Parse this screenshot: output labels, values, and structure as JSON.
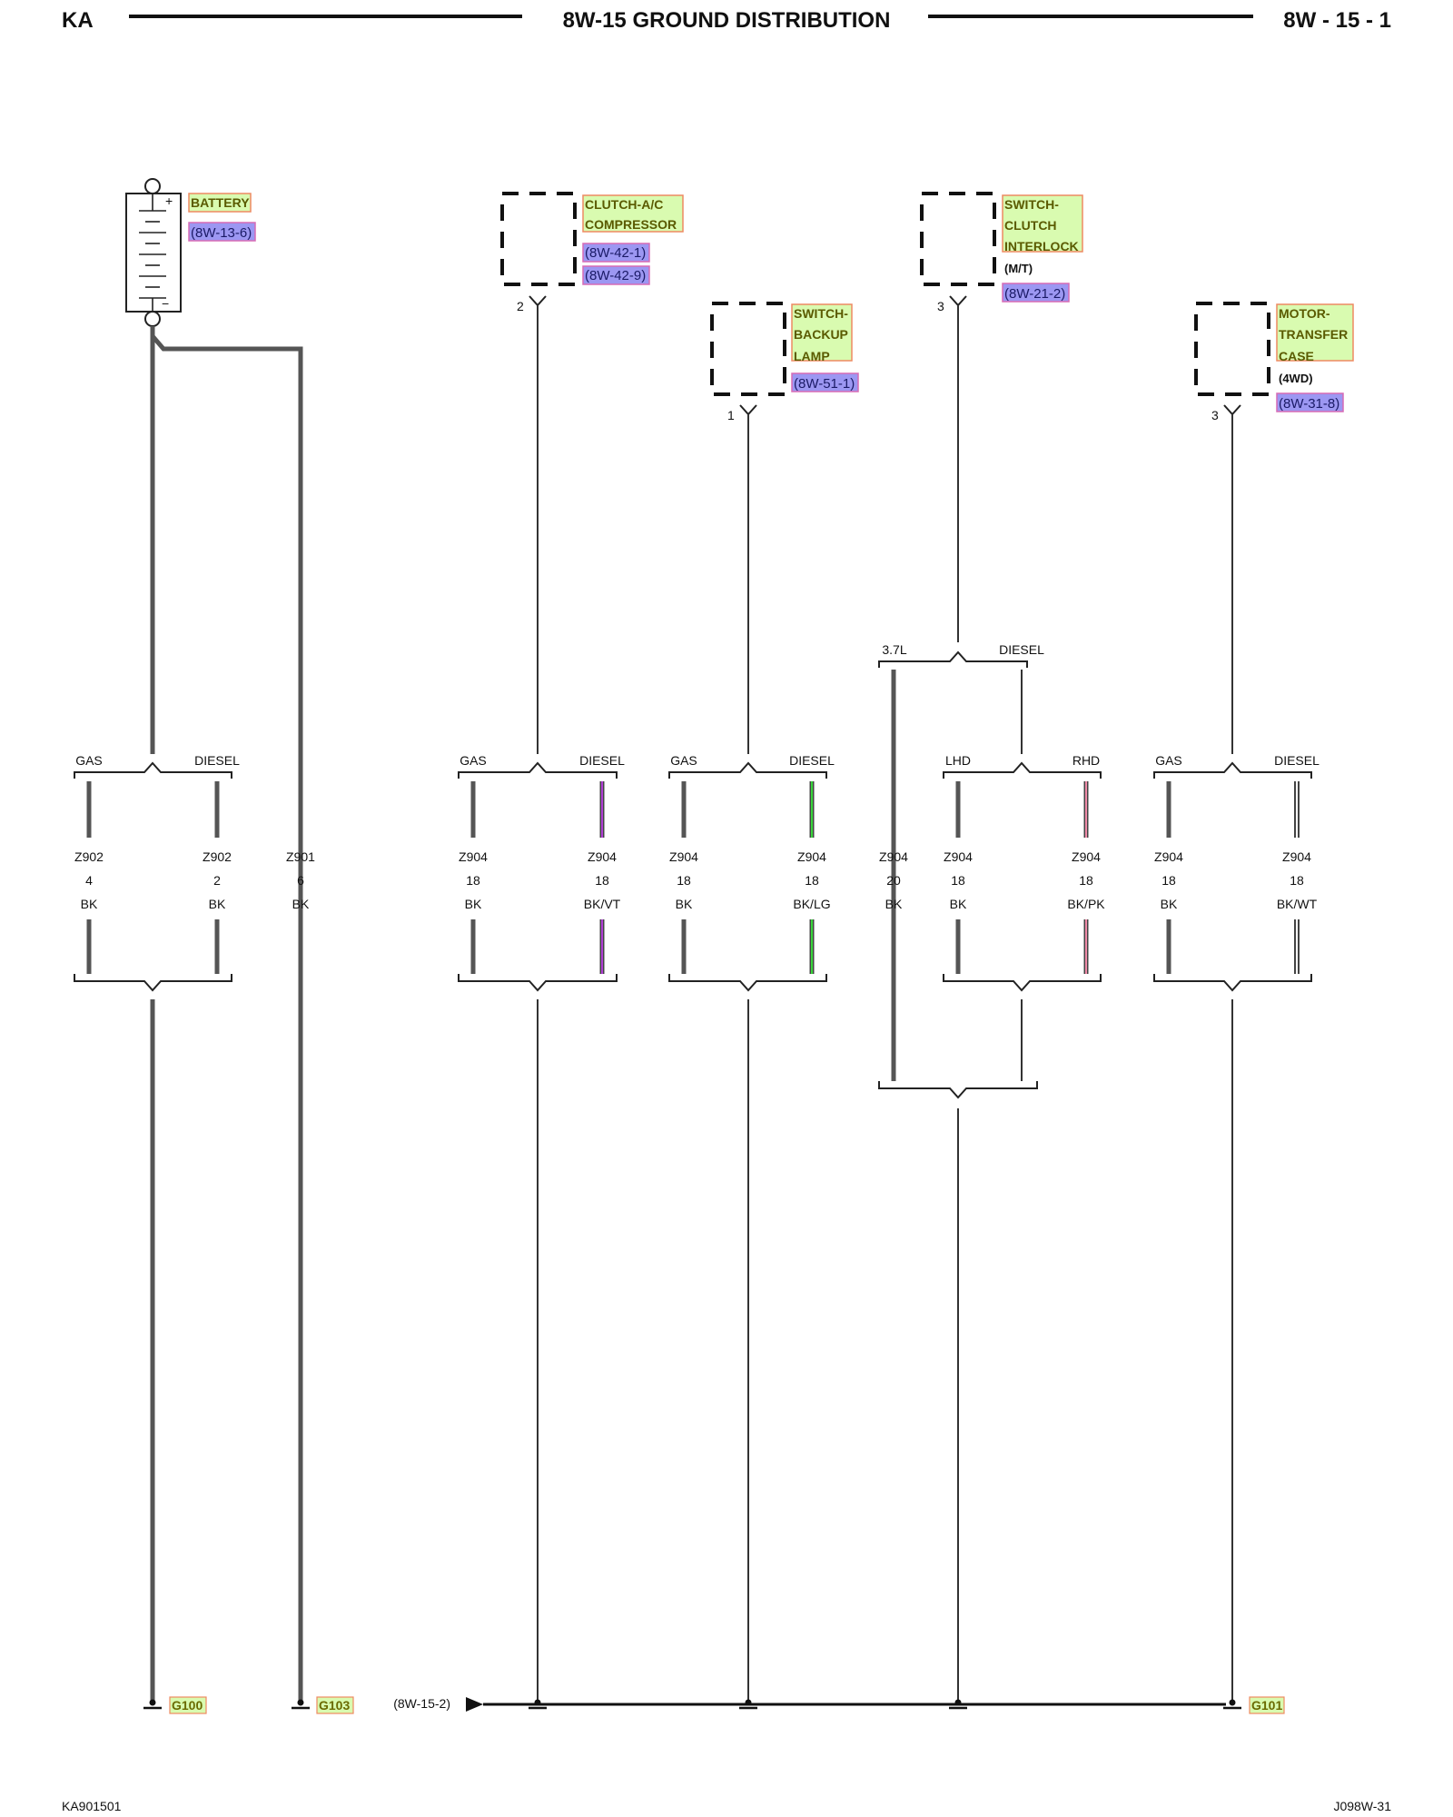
{
  "header": {
    "left": "KA",
    "title": "8W-15 GROUND DISTRIBUTION",
    "right": "8W - 15 - 1"
  },
  "footer": {
    "left": "KA901501",
    "right": "J098W-31"
  },
  "colors": {
    "component_fill": "#d9fbb0",
    "component_border": "#ee8a62",
    "ref_fill": "#9c97f2",
    "ref_border": "#d76bb5",
    "wire": "#555555"
  },
  "components": {
    "battery": {
      "name": "BATTERY",
      "refs": [
        "(8W-13-6)"
      ],
      "plus": "+",
      "minus": "−"
    },
    "clutch_ac": {
      "lines": [
        "CLUTCH-A/C",
        "COMPRESSOR"
      ],
      "refs": [
        "(8W-42-1)",
        "(8W-42-9)"
      ],
      "pin": "2"
    },
    "backup_lamp": {
      "lines": [
        "SWITCH-",
        "BACKUP",
        "LAMP"
      ],
      "refs": [
        "(8W-51-1)"
      ],
      "pin": "1"
    },
    "clutch_interlock": {
      "lines": [
        "SWITCH-",
        "CLUTCH",
        "INTERLOCK"
      ],
      "note": "(M/T)",
      "refs": [
        "(8W-21-2)"
      ],
      "pin": "3"
    },
    "transfer_case": {
      "lines": [
        "MOTOR-",
        "TRANSFER",
        "CASE"
      ],
      "note": "(4WD)",
      "refs": [
        "(8W-31-8)"
      ],
      "pin": "3"
    }
  },
  "options": {
    "battery": [
      "GAS",
      "DIESEL"
    ],
    "clutch_ac": [
      "GAS",
      "DIESEL"
    ],
    "backup_lamp": [
      "GAS",
      "DIESEL"
    ],
    "interlock_engine": [
      "3.7L",
      "DIESEL"
    ],
    "interlock_drive": [
      "LHD",
      "RHD"
    ],
    "transfer_case": [
      "GAS",
      "DIESEL"
    ]
  },
  "wires": [
    {
      "circuit": "Z902",
      "gauge": "4",
      "color": "BK"
    },
    {
      "circuit": "Z902",
      "gauge": "2",
      "color": "BK"
    },
    {
      "circuit": "Z901",
      "gauge": "6",
      "color": "BK"
    },
    {
      "circuit": "Z904",
      "gauge": "18",
      "color": "BK"
    },
    {
      "circuit": "Z904",
      "gauge": "18",
      "color": "BK/VT"
    },
    {
      "circuit": "Z904",
      "gauge": "18",
      "color": "BK"
    },
    {
      "circuit": "Z904",
      "gauge": "18",
      "color": "BK/LG"
    },
    {
      "circuit": "Z904",
      "gauge": "20",
      "color": "BK"
    },
    {
      "circuit": "Z904",
      "gauge": "18",
      "color": "BK"
    },
    {
      "circuit": "Z904",
      "gauge": "18",
      "color": "BK/PK"
    },
    {
      "circuit": "Z904",
      "gauge": "18",
      "color": "BK"
    },
    {
      "circuit": "Z904",
      "gauge": "18",
      "color": "BK/WT"
    }
  ],
  "grounds": {
    "g100": "G100",
    "g103": "G103",
    "g101": "G101",
    "continuation_ref": "(8W-15-2)"
  }
}
